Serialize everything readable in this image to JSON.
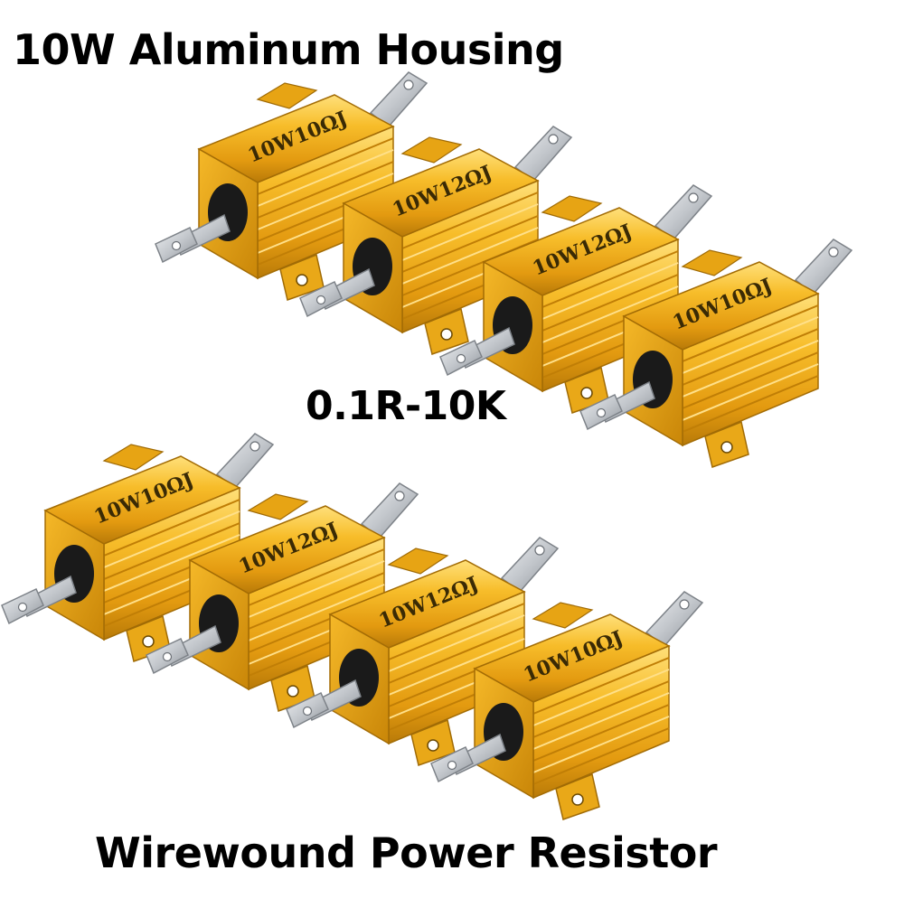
{
  "headline": "10W Aluminum Housing",
  "resistance_range": "0.1R-10K",
  "footer": "Wirewound Power Resistor",
  "colors": {
    "housing_light": "#ffd766",
    "housing_mid": "#f2b01d",
    "housing_dark": "#b87a08",
    "lead_metal": "#c9cdd2",
    "core": "#1a1a1a"
  },
  "resistors": [
    {
      "marking": "10W10ΩJ"
    },
    {
      "marking": "10W12ΩJ"
    },
    {
      "marking": "10W12ΩJ"
    },
    {
      "marking": "10W10ΩJ"
    },
    {
      "marking": "10W10ΩJ"
    },
    {
      "marking": "10W12ΩJ"
    },
    {
      "marking": "10W12ΩJ"
    },
    {
      "marking": "10W10ΩJ"
    }
  ]
}
